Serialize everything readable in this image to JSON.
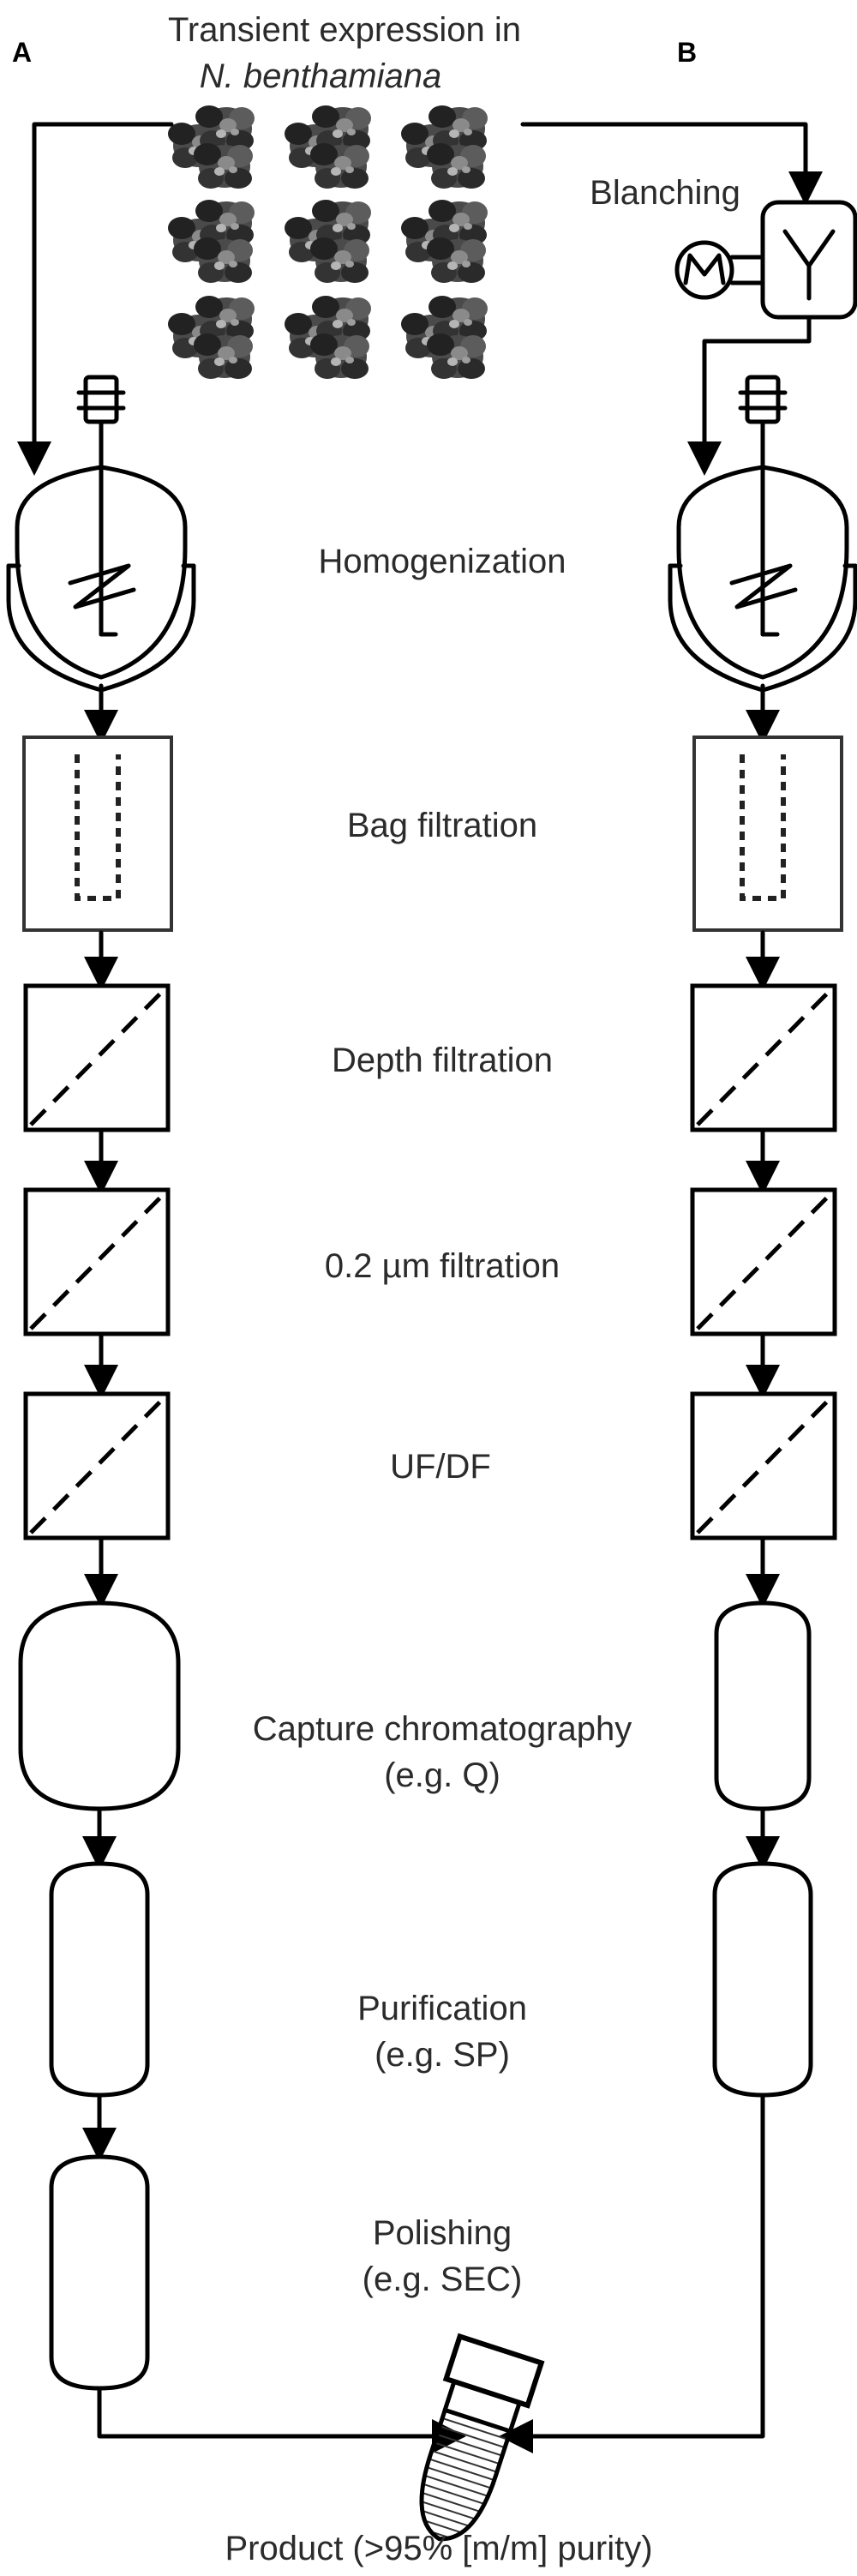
{
  "panels": {
    "a": "A",
    "b": "B"
  },
  "title": {
    "line1": "Transient expression in",
    "line2": "N. benthamiana"
  },
  "steps": {
    "blanching": "Blanching",
    "homogenization": "Homogenization",
    "bag_filtration": "Bag filtration",
    "depth_filtration": "Depth filtration",
    "filtration_02": "0.2 µm filtration",
    "ufdf": "UF/DF",
    "capture_line1": "Capture chromatography",
    "capture_line2": "(e.g. Q)",
    "purification_line1": "Purification",
    "purification_line2": "(e.g. SP)",
    "polishing_line1": "Polishing",
    "polishing_line2": "(e.g. SEC)"
  },
  "product": "Product (>95% [m/m] purity)"
}
